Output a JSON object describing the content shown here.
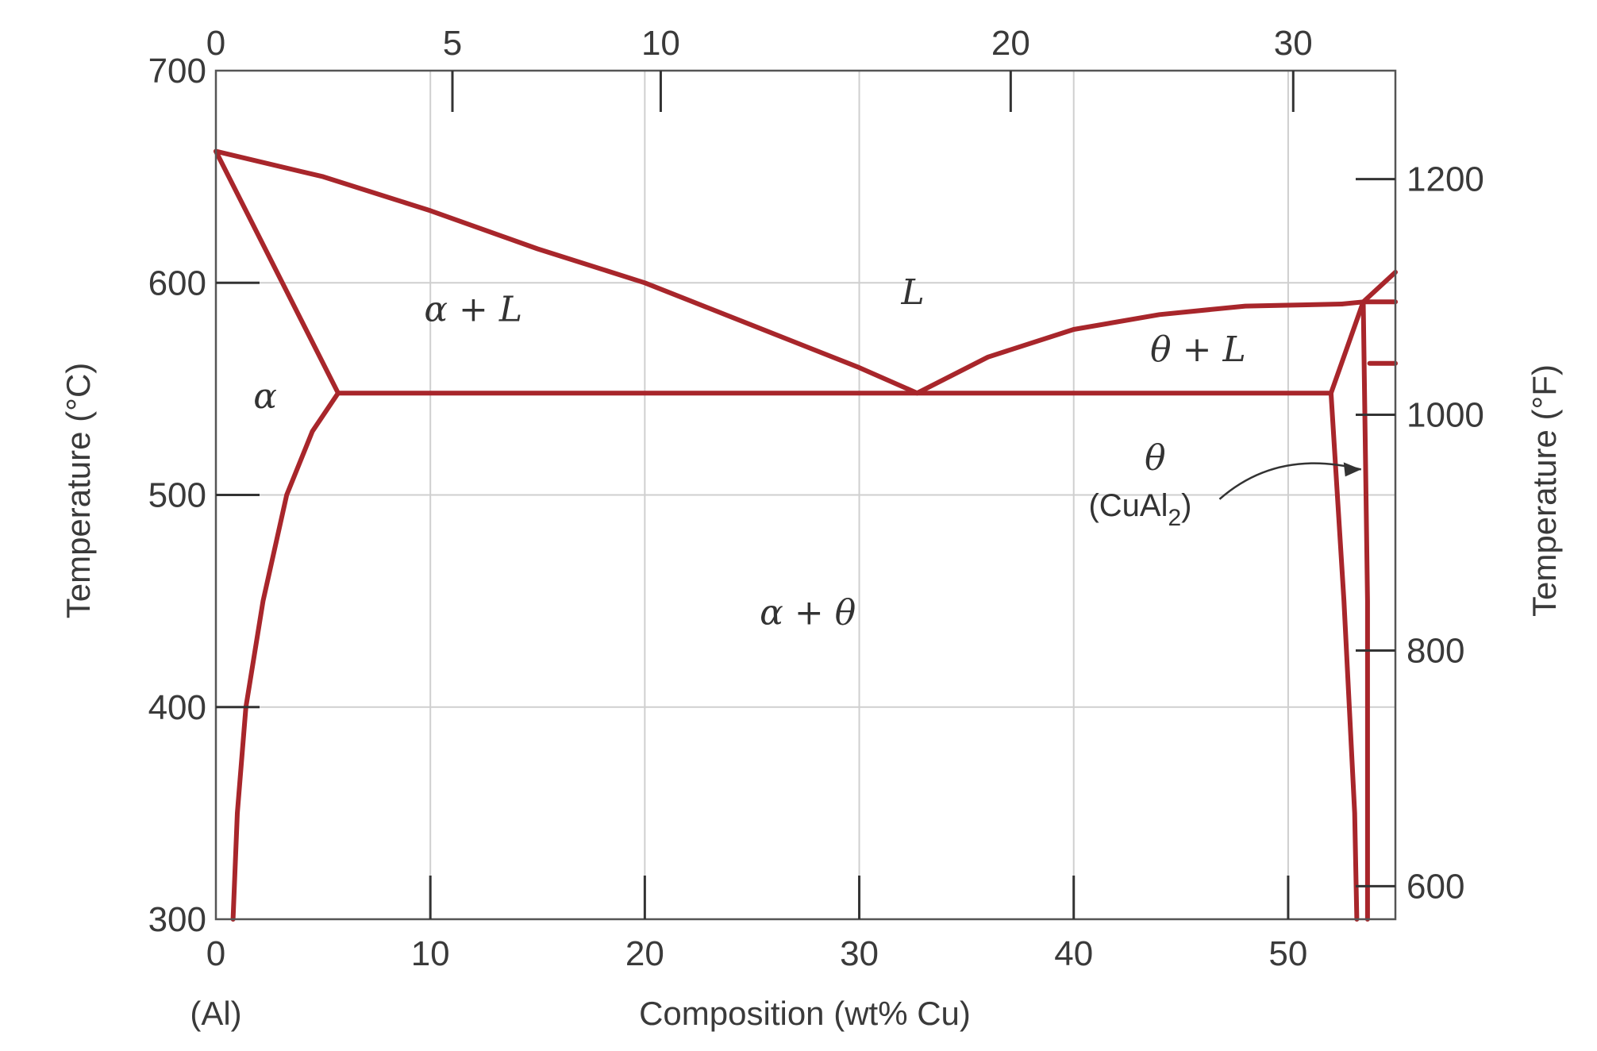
{
  "chart_data": {
    "type": "line",
    "title": "",
    "xlabel": "Composition (wt% Cu)",
    "ylabel": "Temperature (°C)",
    "x2label": "",
    "y2label": "Temperature (°F)",
    "xlim": [
      0,
      55
    ],
    "ylim": [
      300,
      700
    ],
    "x_ticks": [
      "0",
      "10",
      "20",
      "30",
      "40",
      "50"
    ],
    "y_ticks": [
      "300",
      "400",
      "500",
      "600",
      "700"
    ],
    "x2_ticks": [
      "0",
      "5",
      "10",
      "20",
      "30"
    ],
    "y2_ticks": [
      "600",
      "800",
      "1000",
      "1200"
    ],
    "x_origin_label": "(Al)",
    "grid": true,
    "line_color": "#a8262b",
    "curves": [
      {
        "name": "",
        "points": [
          [
            0,
            662
          ],
          [
            5.7,
            548
          ]
        ]
      },
      {
        "name": "",
        "points": [
          [
            0.8,
            300
          ],
          [
            1.0,
            350
          ],
          [
            1.4,
            400
          ],
          [
            2.2,
            450
          ],
          [
            3.3,
            500
          ],
          [
            4.5,
            530
          ],
          [
            5.7,
            548
          ]
        ]
      },
      {
        "name": "",
        "points": [
          [
            0,
            662
          ],
          [
            5,
            650
          ],
          [
            10,
            634
          ],
          [
            15,
            616
          ],
          [
            20,
            600
          ],
          [
            25,
            580
          ],
          [
            30,
            560
          ],
          [
            32.7,
            548
          ]
        ]
      },
      {
        "name": "",
        "points": [
          [
            5.7,
            548
          ],
          [
            52.0,
            548
          ]
        ]
      },
      {
        "name": "",
        "points": [
          [
            32.7,
            548
          ],
          [
            36,
            565
          ],
          [
            40,
            578
          ],
          [
            44,
            585
          ],
          [
            48,
            589
          ],
          [
            52.5,
            590
          ]
        ]
      },
      {
        "name": "",
        "points": [
          [
            52.5,
            590
          ],
          [
            53.5,
            591
          ]
        ]
      },
      {
        "name": "",
        "points": [
          [
            53.5,
            591
          ],
          [
            55,
            605
          ]
        ]
      },
      {
        "name": "",
        "points": [
          [
            53.5,
            591
          ],
          [
            55,
            591
          ]
        ]
      },
      {
        "name": "",
        "points": [
          [
            52.0,
            548
          ],
          [
            53.5,
            591
          ]
        ]
      },
      {
        "name": "",
        "points": [
          [
            52.0,
            548
          ],
          [
            52.6,
            450
          ],
          [
            53.1,
            350
          ],
          [
            53.2,
            300
          ]
        ]
      },
      {
        "name": "",
        "points": [
          [
            53.5,
            591
          ],
          [
            53.7,
            450
          ],
          [
            53.7,
            300
          ]
        ]
      },
      {
        "name": "",
        "points": [
          [
            53.8,
            562
          ],
          [
            55,
            562
          ]
        ]
      }
    ],
    "annotations": [
      {
        "text": "L",
        "x": 32.5,
        "y": 590,
        "style": "italic"
      },
      {
        "text": "α + L",
        "x": 12.0,
        "y": 582,
        "style": "italic"
      },
      {
        "text": "θ + L",
        "x": 45.8,
        "y": 563,
        "style": "italic"
      },
      {
        "text": "α",
        "x": 2.3,
        "y": 541,
        "style": "italic"
      },
      {
        "text": "θ",
        "x": 43.8,
        "y": 512,
        "style": "italic"
      },
      {
        "text": "(CuAl",
        "x": 43.1,
        "y": 490,
        "style": "plain",
        "subscript": "2",
        "suffix": ")"
      },
      {
        "text": "α + θ",
        "x": 27.6,
        "y": 439,
        "style": "italic"
      }
    ]
  }
}
